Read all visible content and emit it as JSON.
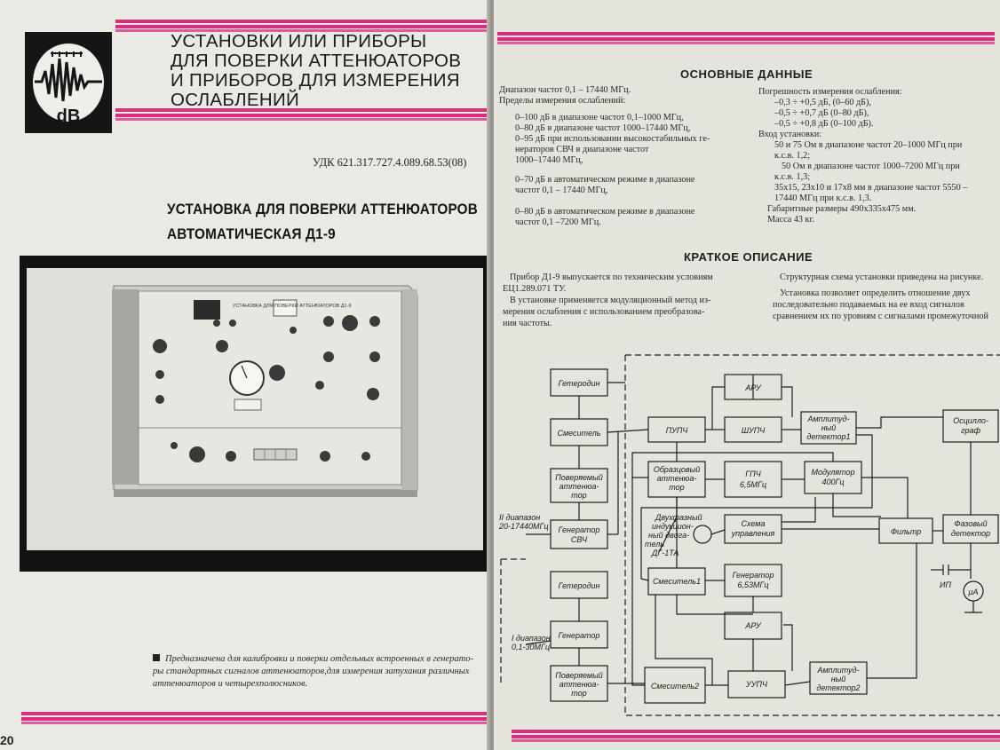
{
  "left_page": {
    "logo_text": "dB",
    "section_title": {
      "line1": "УСТАНОВКИ ИЛИ ПРИБОРЫ",
      "line2": "ДЛЯ ПОВЕРКИ АТТЕНЮАТОРОВ",
      "line3": "И ПРИБОРОВ ДЛЯ ИЗМЕРЕНИЯ",
      "line4": "ОСЛАБЛЕНИЙ"
    },
    "udk": "УДК 621.317.727.4.089.68.53(08)",
    "device_title": {
      "line1": "УСТАНОВКА ДЛЯ ПОВЕРКИ АТТЕНЮАТОРОВ",
      "line2": "АВТОМАТИЧЕСКАЯ Д1-9"
    },
    "photo_panel_label": "УСТАНОВКА ДЛЯ ПОВЕРКИ АТТЕНЮАТОРОВ Д1-9",
    "caption": {
      "line1": "Предназначена для калибровки и поверки отдельных встроенных в генерато-",
      "line2": "ры стандартных сигналов аттенюаторов,для измерения затухания различных",
      "line3": "аттенюаторов и четырехполюсников."
    },
    "page_number": "20"
  },
  "right_page": {
    "main_data_heading": "ОСНОВНЫЕ ДАННЫЕ",
    "col1": [
      "Диапазон частот 0,1 – 17440 МГц.",
      "Пределы измерения ослаблений:",
      "0–100 дБ в диапазоне частот 0,1–1000 МГц,",
      "0–80 дБ в диапазоне частот 1000–17440 МГц,",
      "0–95 дБ при использовании высокостабильных ге-",
      "нераторов          СВЧ          в          диапазоне          частот",
      "1000–17440 МГц,",
      "0–70 дБ в автоматическом режиме в диапазоне",
      "частот 0,1 – 17440 МГц,",
      "0–80 дБ в автоматическом режиме    в    диапазоне",
      "частот 0,1 –7200 МГц."
    ],
    "col2": [
      "Погрешность измерения ослабления:",
      "–0,3 ÷ +0,5 дБ, (0–60 дБ),",
      "–0,5 ÷ +0,7 дБ (0–80 дБ),",
      "–0,5 ÷ +0,8 дБ (0–100 дБ).",
      "Вход установки:",
      "50 и 75 Ом в диапазоне частот 20–1000 МГц      при",
      "к.с.в. 1,2;",
      "50 Ом в диапазоне частот 1000–7200 МГц      при",
      "к.с.в. 1,3;",
      "35х15, 23х10 и 17х8 мм в диапазоне частот  5550 –",
      "17440 МГц при к.с.в. 1,3.",
      "Габаритные размеры 490х335х475 мм.",
      "Масса 43 кг."
    ],
    "brief_heading": "КРАТКОЕ ОПИСАНИЕ",
    "desc_col1": [
      "Прибор Д1-9 выпускается по техническим условиям",
      "ЕЦ1.289.071 ТУ.",
      "В установке применяется модуляционный метод из-",
      "мерения ослабления с использованием      преобразова-",
      "ния частоты."
    ],
    "desc_col2": [
      "Структурная схема установки приведена на рисунке.",
      "Установка позволяет определить отношение      двух",
      "последовательно подаваемых на ее вход сигналов",
      "сравнением их по уровням с сигналами промежуточной"
    ],
    "diagram": {
      "b1": "Гетеродин",
      "b2": "Смеситель",
      "b3a": "Поверяемый",
      "b3b": "аттенюа-",
      "b3c": "тор",
      "b4a": "Генератор",
      "b4b": "СВЧ",
      "b5": "Гетеродин",
      "b6": "Генератор",
      "b7a": "Поверяемый",
      "b7b": "аттенюа-",
      "b7c": "тор",
      "b8": "ПУПЧ",
      "b9a": "Образцовый",
      "b9b": "аттенюа-",
      "b9c": "тор",
      "b10": "АРУ",
      "b11": "ШУПЧ",
      "b12a": "ГПЧ",
      "b12b": "6,5МГц",
      "b13a": "Амплитуд-",
      "b13b": "ный",
      "b13c": "детектор1",
      "b14a": "Модулятор",
      "b14b": "400Гц",
      "b15a": "Схема",
      "b15b": "управления",
      "b16a": "Осцилло-",
      "b16b": "граф",
      "b17": "Фильтр",
      "b18a": "Фазовый",
      "b18b": "детектор",
      "b19": "Смеситель1",
      "b20a": "Генератор",
      "b20b": "6,53МГц",
      "b21": "АРУ",
      "b22": "Смеситель2",
      "b23": "УУПЧ",
      "b24a": "Амплитуд-",
      "b24b": "ный",
      "b24c": "детектор2",
      "motor1": "Двухфазный",
      "motor2": "индукцион-",
      "motor3": "ный двига-",
      "motor4": "тель",
      "motor5": "ДГ-1ТА",
      "range2a": "II диапазон",
      "range2b": "20-17440МГц",
      "range1a": "I диапазон",
      "range1b": "0,1-30МГц",
      "ip": "ИП",
      "meter": "μА"
    }
  }
}
